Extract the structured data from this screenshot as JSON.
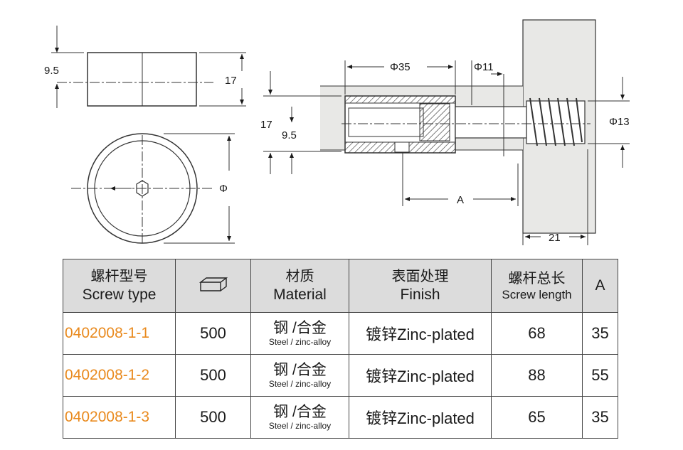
{
  "drawing": {
    "dims": {
      "d9_5_top": "9.5",
      "d17_top": "17",
      "phi_front": "Φ",
      "phi35": "Φ35",
      "phi11": "Φ11",
      "phi13": "Φ13",
      "d17_side": "17",
      "d9_5_side": "9.5",
      "A": "A",
      "d21": "21"
    }
  },
  "table": {
    "headers": {
      "screw_type_cn": "螺杆型号",
      "screw_type_en": "Screw type",
      "material_cn": "材质",
      "material_en": "Material",
      "finish_cn": "表面处理",
      "finish_en": "Finish",
      "screw_length_cn": "螺杆总长",
      "screw_length_en": "Screw length",
      "a": "A"
    },
    "rows": [
      {
        "model": "0402008-1-1",
        "qty": "500",
        "material_cn": "钢 /合金",
        "material_en": "Steel / zinc-alloy",
        "finish": "镀锌Zinc-plated",
        "length": "68",
        "a": "35"
      },
      {
        "model": "0402008-1-2",
        "qty": "500",
        "material_cn": "钢 /合金",
        "material_en": "Steel / zinc-alloy",
        "finish": "镀锌Zinc-plated",
        "length": "88",
        "a": "55"
      },
      {
        "model": "0402008-1-3",
        "qty": "500",
        "material_cn": "钢 /合金",
        "material_en": "Steel / zinc-alloy",
        "finish": "镀锌Zinc-plated",
        "length": "65",
        "a": "35"
      }
    ],
    "colors": {
      "model_text": "#e98a1e",
      "header_bg": "#dcdcdc"
    }
  }
}
